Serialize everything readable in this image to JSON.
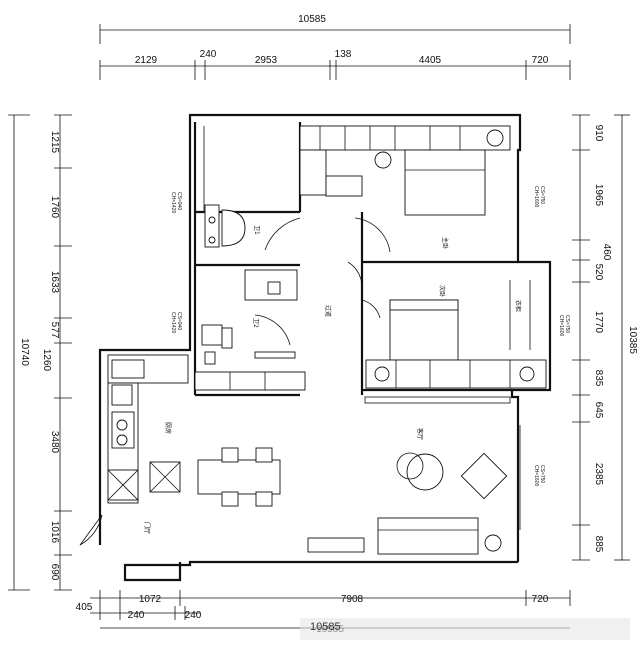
{
  "dimensions": {
    "top_total": "10585",
    "top": [
      "2129",
      "240",
      "2953",
      "138",
      "4405",
      "720"
    ],
    "bottom_total": "10585",
    "bottom_upper": [
      "1072",
      "7908",
      "720"
    ],
    "bottom_lower": [
      "405",
      "240",
      "240"
    ],
    "left_total": "10740",
    "left": [
      "1215",
      "1760",
      "1633",
      "577",
      "1260",
      "3480",
      "1016",
      "690"
    ],
    "right_total": "10385",
    "right": [
      "910",
      "1965",
      "460",
      "520",
      "1770",
      "835",
      "645",
      "2385",
      "885"
    ]
  },
  "room_labels": {
    "bath1": "卫1",
    "bath2": "卫2",
    "master_bed": "主卧",
    "second_bed": "次卧",
    "corridor": "过道",
    "kitchen": "厨房",
    "living": "客厅",
    "entry": "门厅",
    "wardrobe": "衣柜"
  },
  "ceiling_notes": {
    "bath1": [
      "CH=1420",
      "CS=940"
    ],
    "bath2": [
      "CH=1420",
      "CS=940"
    ],
    "master": [
      "CH=1600",
      "CS=750"
    ],
    "second": [
      "CH=1600",
      "CS=750"
    ],
    "living": [
      "CH=1600",
      "CS=750"
    ]
  },
  "watermark": "10585"
}
